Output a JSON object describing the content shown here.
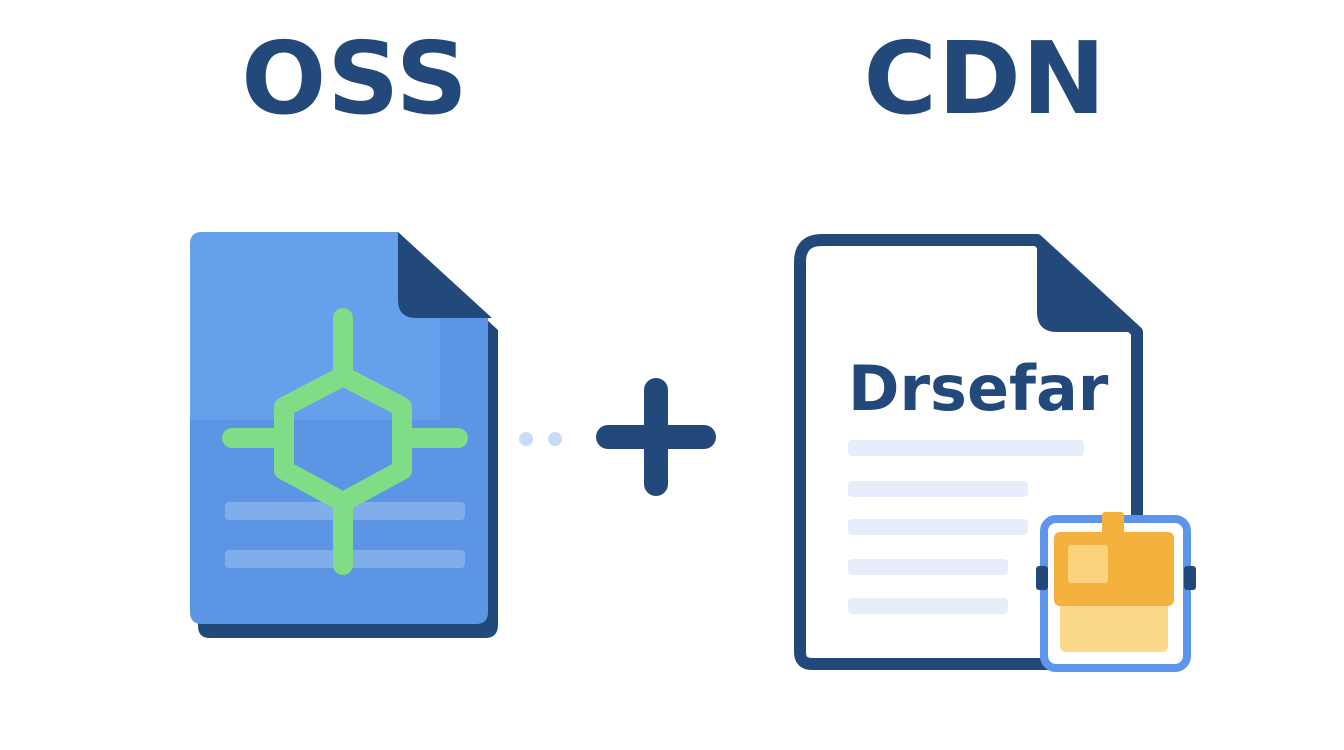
{
  "labels": {
    "left_title": "OSS",
    "right_title": "CDN",
    "document_word": "Drsefar"
  },
  "colors": {
    "navy": "#23497b",
    "file_blue": "#5b95e4",
    "file_blue_light": "#6fa8f0",
    "hexagon_green": "#7fdc87",
    "line_light_blue": "#e6eefb",
    "dots_blue": "#c9dcf7",
    "box_orange": "#f5b13d",
    "box_yellow": "#fbd98a",
    "box_border_blue": "#5d95ea"
  },
  "icons": {
    "left": "blue-document-with-hexagon-icon",
    "connector": "dotted-line-icon",
    "operator": "plus-icon",
    "right": "white-document-icon",
    "badge": "package-box-icon"
  }
}
